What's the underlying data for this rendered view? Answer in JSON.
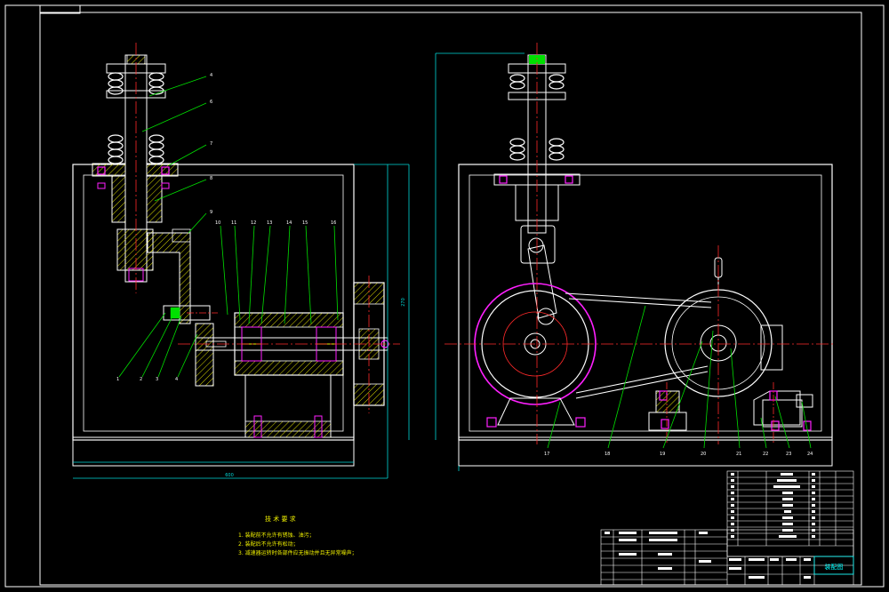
{
  "colors": {
    "background": "#000000",
    "outline": "#ffffff",
    "centerline": "#ff2a2a",
    "leader": "#00e000",
    "dimension": "#00d8d8",
    "hatch": "#f0f000",
    "spring": "#ffffff",
    "fastener": "#ff20ff",
    "table_text": "#ffffff",
    "notes": "#f0f000",
    "title_box": "#00ffff"
  },
  "left_view_labels": [
    "4",
    "6",
    "7",
    "8",
    "9",
    "10",
    "11",
    "12",
    "13",
    "14",
    "15",
    "16",
    "1",
    "2",
    "3",
    "4"
  ],
  "right_view_labels": [
    "17",
    "18",
    "19",
    "20",
    "21",
    "22",
    "23",
    "24"
  ],
  "notes": {
    "heading": "技 术 要 求",
    "items": [
      "1. 装配前不允许有锈蚀、油污；",
      "2. 装配后不允许有松动；",
      "3. 减速器运转时各部件应无振动并且无异常噪声；"
    ]
  },
  "dims": {
    "left_width": "600",
    "left_height": "270"
  },
  "title_block": {
    "drawing_title": "装配图"
  },
  "icons": {
    "centerline": "dash-dot-line",
    "hatch": "section-hatch",
    "fastener": "bolt-symbol"
  }
}
